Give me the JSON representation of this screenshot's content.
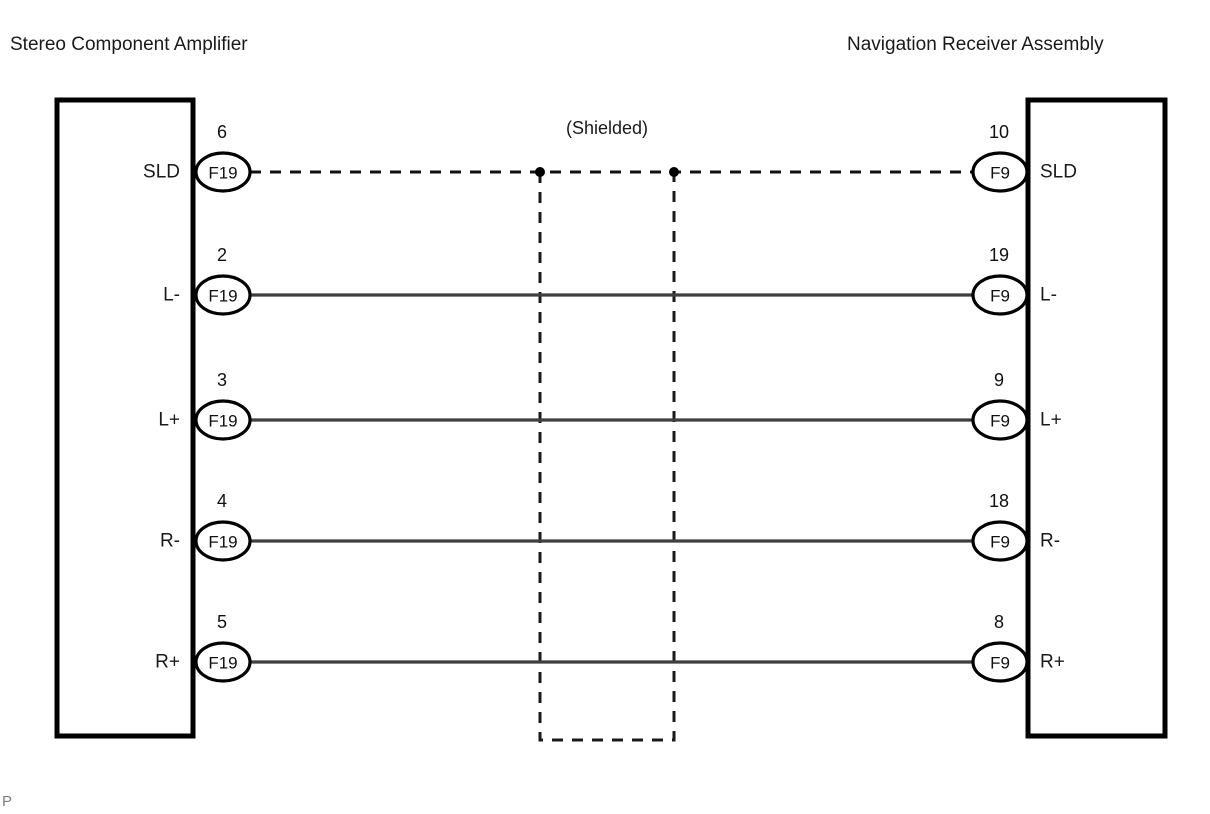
{
  "diagram": {
    "left_component": {
      "title": "Stereo Component Amplifier"
    },
    "right_component": {
      "title": "Navigation Receiver Assembly"
    },
    "shield_label": "(Shielded)",
    "corner_mark": "P",
    "left_connector_code": "F19",
    "right_connector_code": "F9",
    "rows": [
      {
        "signal": "SLD",
        "left_pin": "6",
        "left_code": "F19",
        "left_label": "SLD",
        "right_pin": "10",
        "right_code": "F9",
        "right_label": "SLD",
        "wire_style": "dashed"
      },
      {
        "signal": "L-",
        "left_pin": "2",
        "left_code": "F19",
        "left_label": "L-",
        "right_pin": "19",
        "right_code": "F9",
        "right_label": "L-",
        "wire_style": "solid"
      },
      {
        "signal": "L+",
        "left_pin": "3",
        "left_code": "F19",
        "left_label": "L+",
        "right_pin": "9",
        "right_code": "F9",
        "right_label": "L+",
        "wire_style": "solid"
      },
      {
        "signal": "R-",
        "left_pin": "4",
        "left_code": "F19",
        "left_label": "R-",
        "right_pin": "18",
        "right_code": "F9",
        "right_label": "R-",
        "wire_style": "solid"
      },
      {
        "signal": "R+",
        "left_pin": "5",
        "left_code": "F19",
        "left_label": "R+",
        "right_pin": "8",
        "right_code": "F9",
        "right_label": "R+",
        "wire_style": "solid"
      }
    ],
    "colors": {
      "wire_solid": "#3f3f3f",
      "wire_dashed": "#111111",
      "box_stroke": "#000000",
      "text": "#1a1a1a",
      "background": "#ffffff"
    }
  }
}
